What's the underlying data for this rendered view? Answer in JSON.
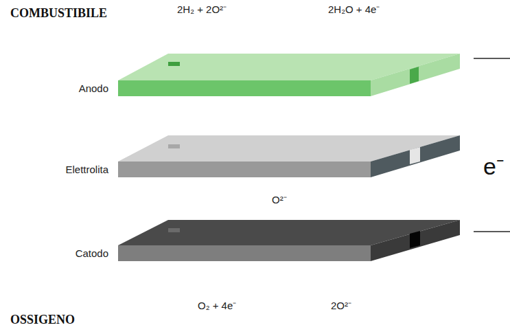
{
  "diagram": {
    "nodes": [
      {
        "text": [
          "Anodo"
        ]
      },
      {
        "text": [
          "Elettrolita"
        ]
      },
      {
        "text": [
          "Catodo"
        ]
      }
    ],
    "labels": [
      "COMBUSTIBILE",
      "2H₂ + 2O²⁻",
      "2H₂O + 4e⁻",
      "e⁻",
      "O²⁻",
      "O₂ + 4e⁻",
      "2O²⁻",
      "OSSIGENO"
    ]
  }
}
